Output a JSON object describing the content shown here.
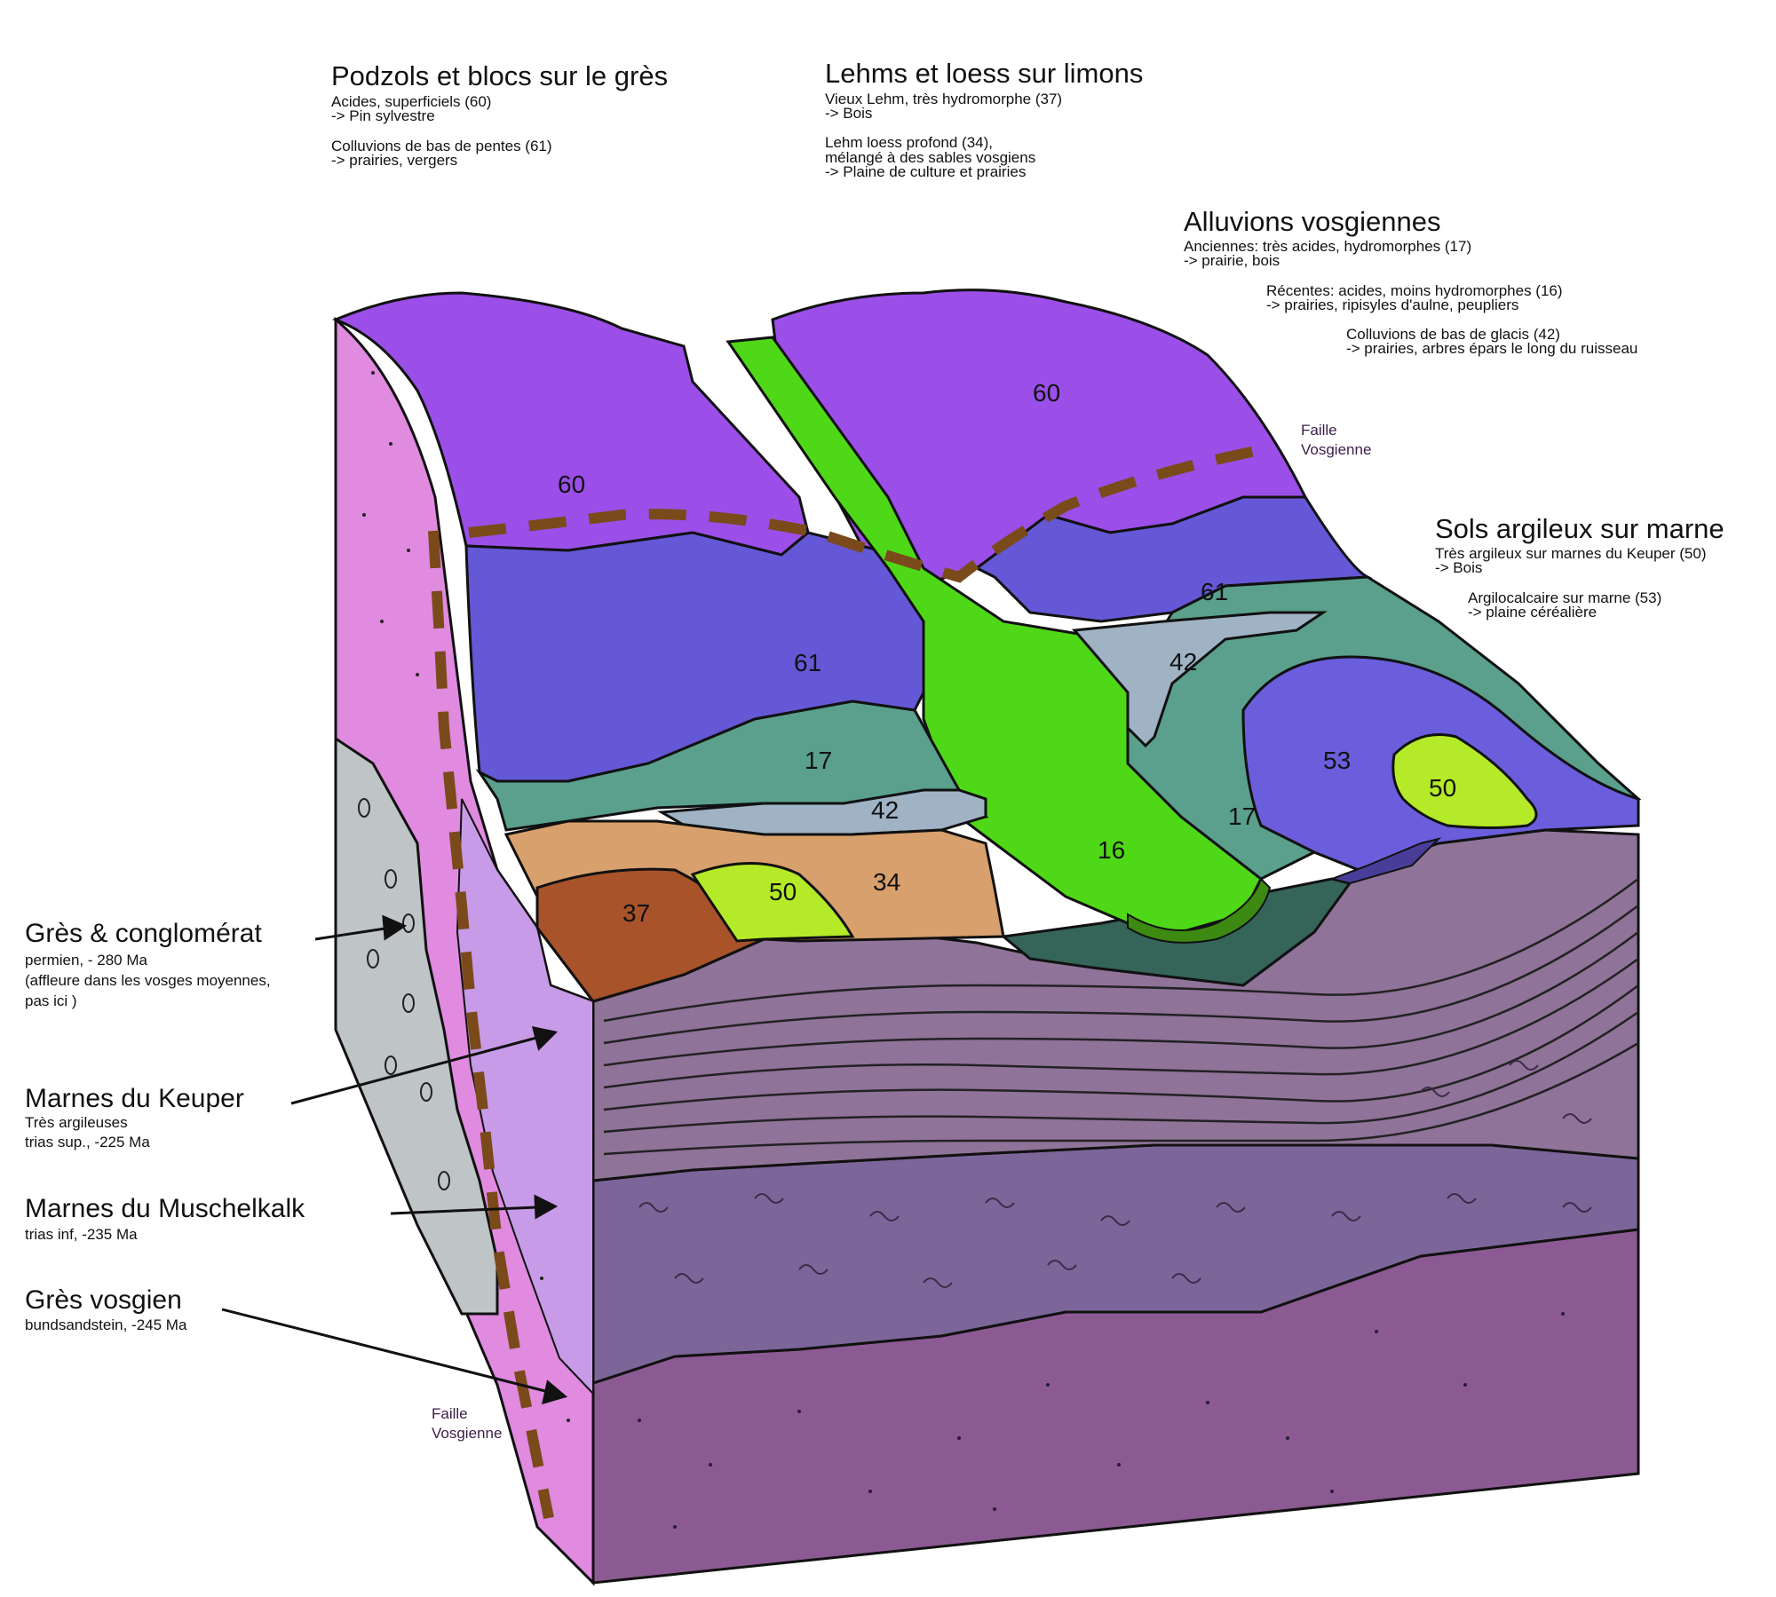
{
  "soil_groups": {
    "podzols": {
      "title": "Podzols et blocs sur le grès",
      "lines": [
        "Acides, superficiels (60)",
        "-> Pin sylvestre",
        "Colluvions de bas de pentes (61)",
        "-> prairies, vergers"
      ]
    },
    "lehms": {
      "title": "Lehms et loess sur limons",
      "lines": [
        "Vieux Lehm, très hydromorphe (37)",
        "-> Bois",
        "Lehm loess profond (34),",
        "mélangé à des sables vosgiens",
        "-> Plaine de culture et prairies"
      ]
    },
    "alluvions": {
      "title": "Alluvions vosgiennes",
      "lines": [
        "Anciennes: très acides, hydromorphes (17)",
        "-> prairie, bois",
        "Récentes: acides, moins hydromorphes (16)",
        "-> prairies, ripisyles d'aulne, peupliers",
        "Colluvions de bas de glacis (42)",
        " -> prairies, arbres épars le long du ruisseau"
      ]
    },
    "sols_argileux": {
      "title": "Sols argileux sur marne",
      "lines": [
        "Très argileux sur marnes du Keuper (50)",
        "-> Bois",
        "Argilocalcaire sur marne (53)",
        "-> plaine céréalière"
      ]
    }
  },
  "fault_labels": [
    {
      "line1": "Faille",
      "line2": "Vosgienne"
    },
    {
      "line1": "Faille",
      "line2": "Vosgienne"
    }
  ],
  "layers": [
    {
      "name": "Grès & conglomérat",
      "desc": [
        "permien, - 280 Ma",
        "(affleure dans les vosges moyennes,",
        "pas ici )"
      ]
    },
    {
      "name": "Marnes du Keuper",
      "desc": [
        "Très argileuses",
        "trias sup., -225 Ma"
      ]
    },
    {
      "name": "Marnes du Muschelkalk",
      "desc": [
        "trias inf, -235 Ma"
      ]
    },
    {
      "name": "Grès vosgien",
      "desc": [
        "bundsandstein, -245 Ma"
      ]
    }
  ],
  "zone_labels": {
    "z60_left": "60",
    "z60_right": "60",
    "z61_left": "61",
    "z61_right": "61",
    "z17_left": "17",
    "z17_right": "17",
    "z42_left": "42",
    "z42_right": "42",
    "z16": "16",
    "z53": "53",
    "z50_right": "50",
    "z50_left": "50",
    "z34": "34",
    "z37": "37"
  },
  "colors": {
    "podzol_60": "#9b4fe8",
    "colluvion_61": "#6558d6",
    "alluvion_17": "#5aa08c",
    "colluvion_42": "#9fb3c4",
    "alluvion_16": "#4fd817",
    "argilo_53": "#6a5edc",
    "argileux_50": "#b5ea28",
    "lehm_34": "#d8a06c",
    "vieux_lehm_37": "#a8532a",
    "keuper": "#8f7398",
    "muschelkalk": "#7c6699",
    "gres_vosgien": "#8c5a92",
    "permien_pink": "#e08ae0",
    "conglomerat_grey": "#bfc4c6",
    "fault": "#7a4a1a"
  }
}
